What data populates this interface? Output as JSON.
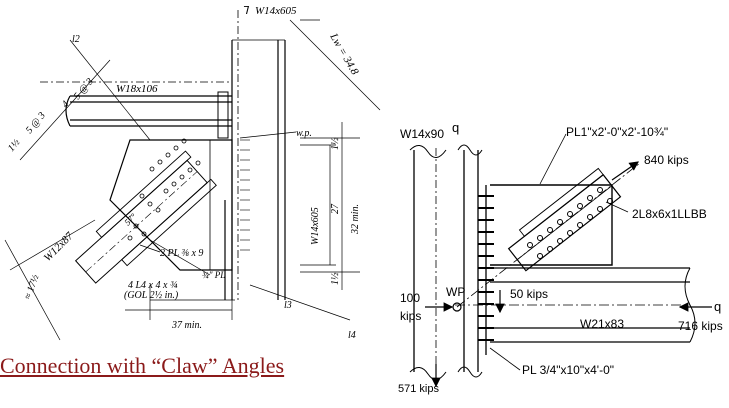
{
  "caption": "Connection with “Claw” Angles",
  "colors": {
    "caption": "#8b1a1a",
    "line": "#000000"
  },
  "left_drawing": {
    "labels": {
      "column": "W14x605",
      "beam": "W18x106",
      "brace": "W12x87",
      "lw": "Lw = 34.8",
      "wp": "w.p.",
      "col_web": "W14x605",
      "dim_27": "27",
      "dim_32": "32 min.",
      "dim_1half_top": "1½",
      "dim_1half_bot": "1½",
      "dim_1half_left": "1½",
      "pitch": "5 @ 3",
      "dim_4": "4",
      "dim_5a3": "5 @ 3",
      "dim_l2": "l2",
      "plates": "2 PL ⅜ x 9",
      "angles_line1": "4 L4 x 4 x ¾",
      "angles_line2": "(GOL 2½ in.)",
      "pl_3_4": "¾\" PL",
      "dim_37": "37 min.",
      "dim_17": "≈ 17½",
      "dim_l3": "l3",
      "dim_l4": "l4",
      "angle_label": "57°"
    }
  },
  "right_drawing": {
    "labels": {
      "column": "W14x90",
      "gusset": "PL1\"x2'-0\"x2'-10¾\"",
      "brace_force": "840 kips",
      "angles": "2L8x6x1LLBB",
      "wp": "WP",
      "load_100": "100",
      "load_kips": "kips",
      "load_50": "50 kips",
      "beam_force": "716 kips",
      "beam": "W21x83",
      "plate": "PL 3/4\"x10\"x4'-0\"",
      "col_force": "571 kips"
    }
  }
}
